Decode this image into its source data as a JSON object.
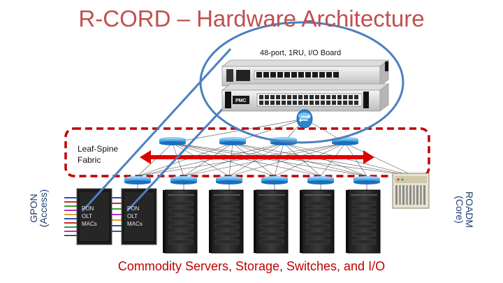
{
  "title": "R-CORD – Hardware Architecture",
  "io_board_label": "48-port, 1RU, I/O Board",
  "fabric_label_line1": "Leaf-Spine",
  "fabric_label_line2": "Fabric",
  "access_label_line1": "GPON",
  "access_label_line2": "(Access)",
  "core_label_line1": "ROADM",
  "core_label_line2": "(Core)",
  "olt_rack_1": {
    "line1": "PON",
    "line2": "OLT",
    "line3": "MACs"
  },
  "olt_rack_2": {
    "line1": "PON",
    "line2": "OLT",
    "line3": "MACs"
  },
  "board_brand": "PMC",
  "footer": "Commodity Servers, Storage, Switches, and I/O",
  "colors": {
    "title": "#c0504d",
    "fabric_border": "#c00000",
    "bidirectional_arrow": "#e00000",
    "link_lines": "#4a74b0",
    "zoom_ellipse": "#4a7fc1",
    "side_labels": "#1f3f6f",
    "switch": "#2f8fd8"
  },
  "icons": {
    "switch": "network-switch-icon",
    "server_rack": "server-rack-icon",
    "roadm": "roadm-chassis-icon",
    "io_board": "io-board-icon",
    "board_switch": "round-switch-icon"
  }
}
